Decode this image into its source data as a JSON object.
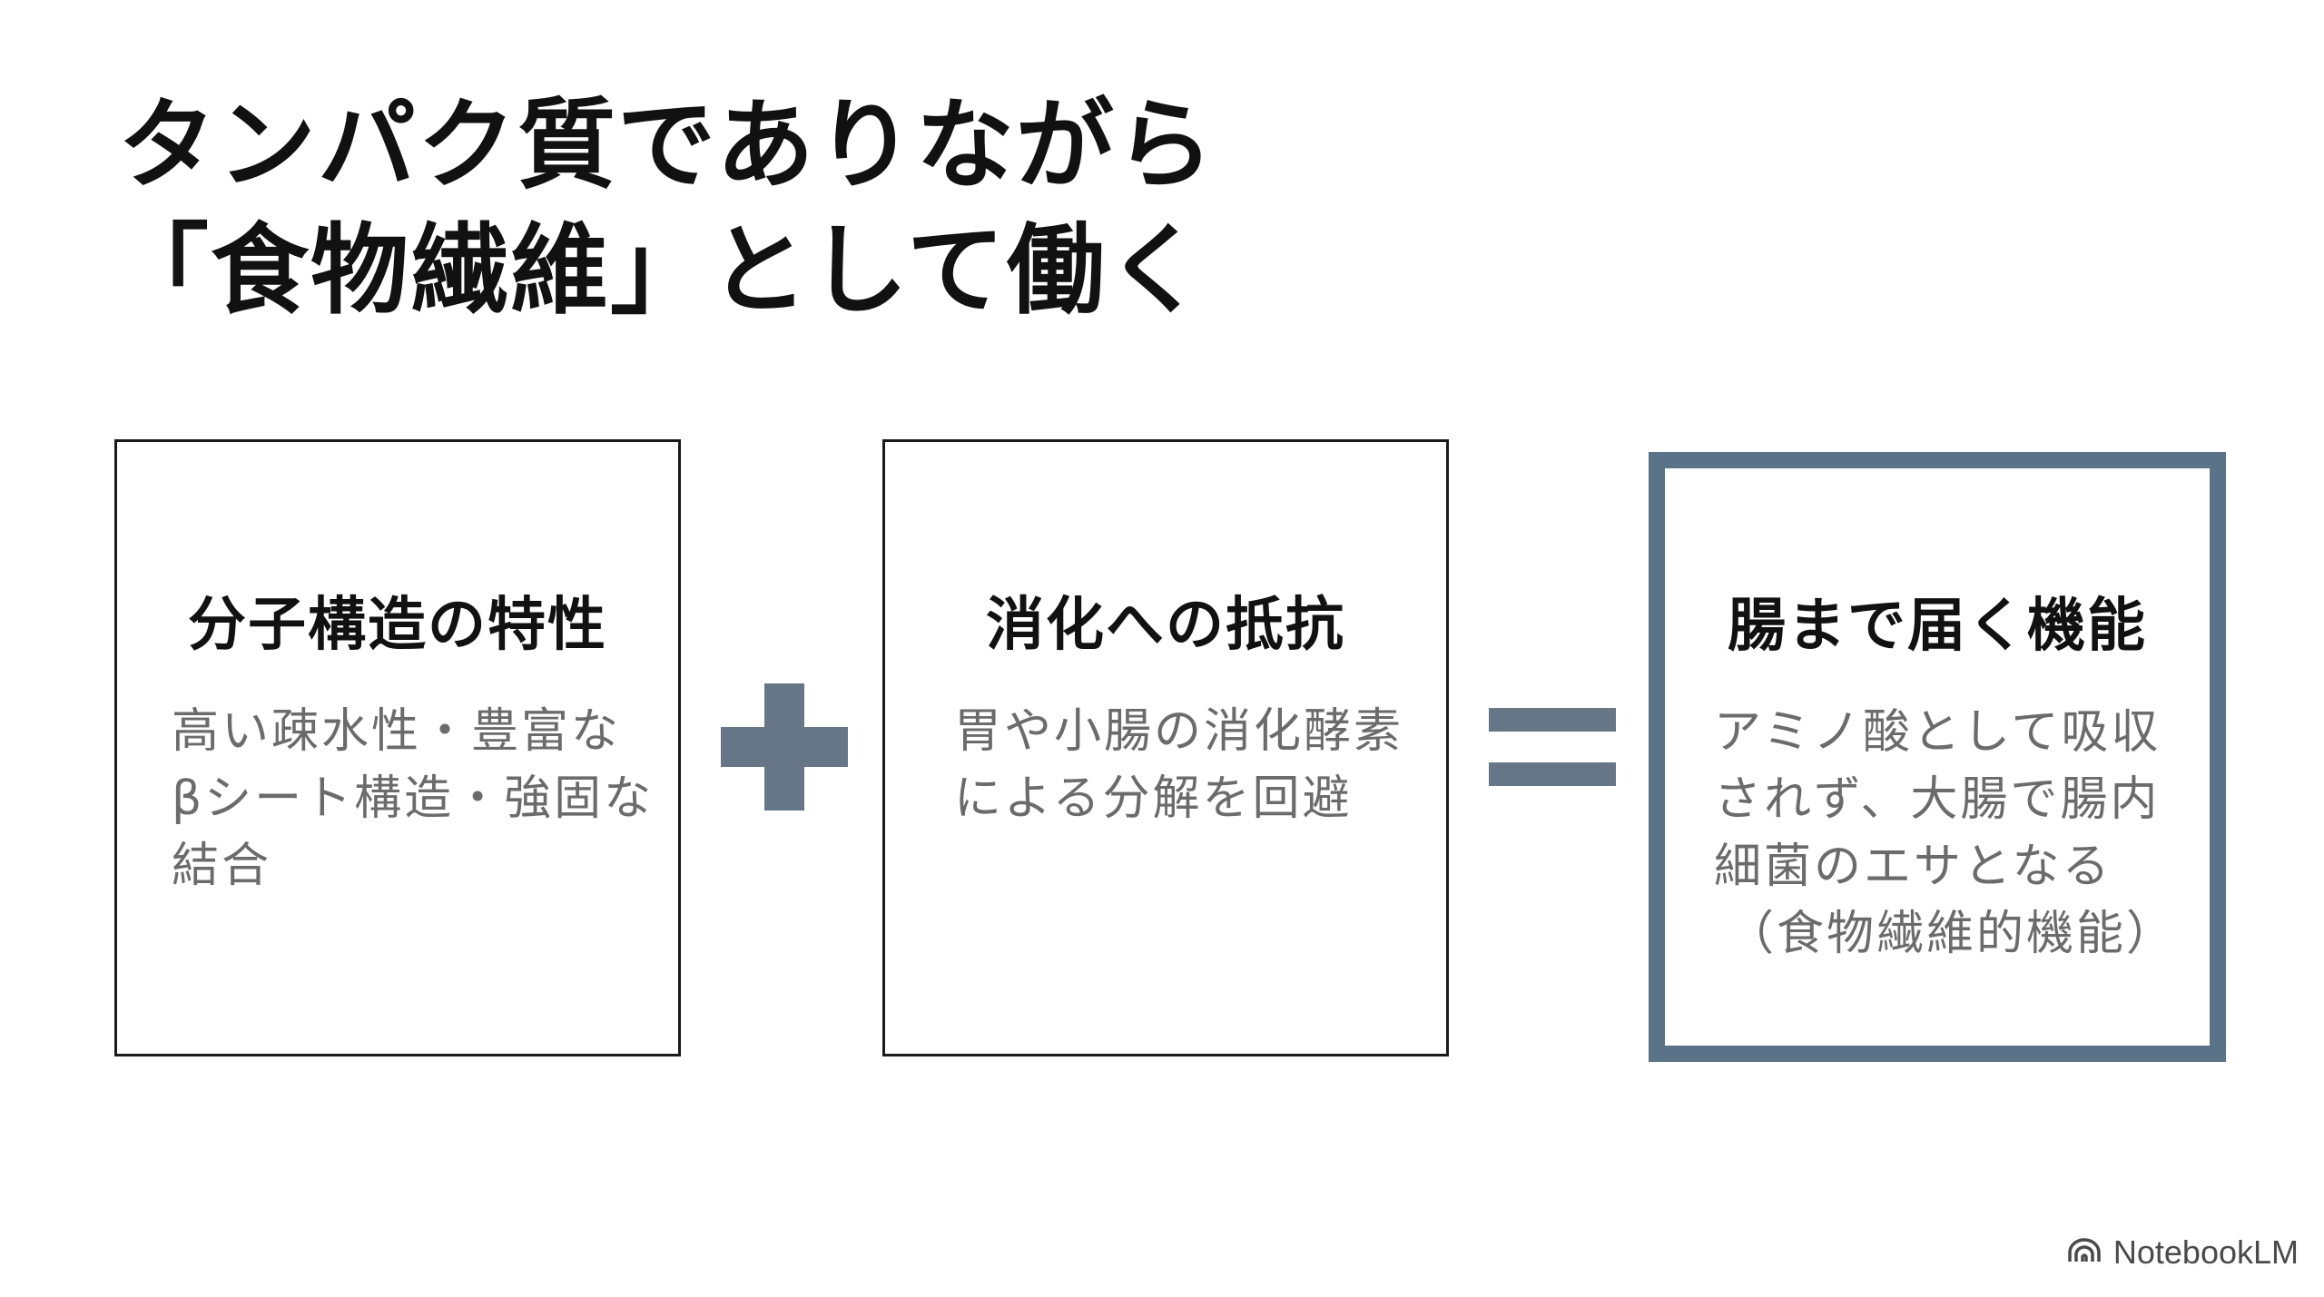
{
  "title": {
    "line1": "タンパク質でありながら",
    "line2": "「食物繊維」として働く"
  },
  "boxes": [
    {
      "heading": "分子構造の特性",
      "body_lines": [
        "高い疎水性・豊富な",
        "βシート構造・強固な",
        "結合"
      ]
    },
    {
      "heading": "消化への抵抗",
      "body_lines": [
        "胃や小腸の消化酵素",
        "による分解を回避"
      ]
    },
    {
      "heading": "腸まで届く機能",
      "body_lines": [
        "アミノ酸として吸収",
        "されず、大腸で腸内",
        "細菌のエサとなる",
        "（食物繊維的機能）"
      ]
    }
  ],
  "operators": {
    "plus": "plus-icon",
    "equals": "equals-icon"
  },
  "brand": {
    "name": "NotebookLM",
    "icon": "notebooklm-logo-icon"
  },
  "colors": {
    "background": "#ffffff",
    "title": "#111111",
    "body_text": "#6b6b6b",
    "accent_border": "#5a7389",
    "operator": "#667686"
  }
}
